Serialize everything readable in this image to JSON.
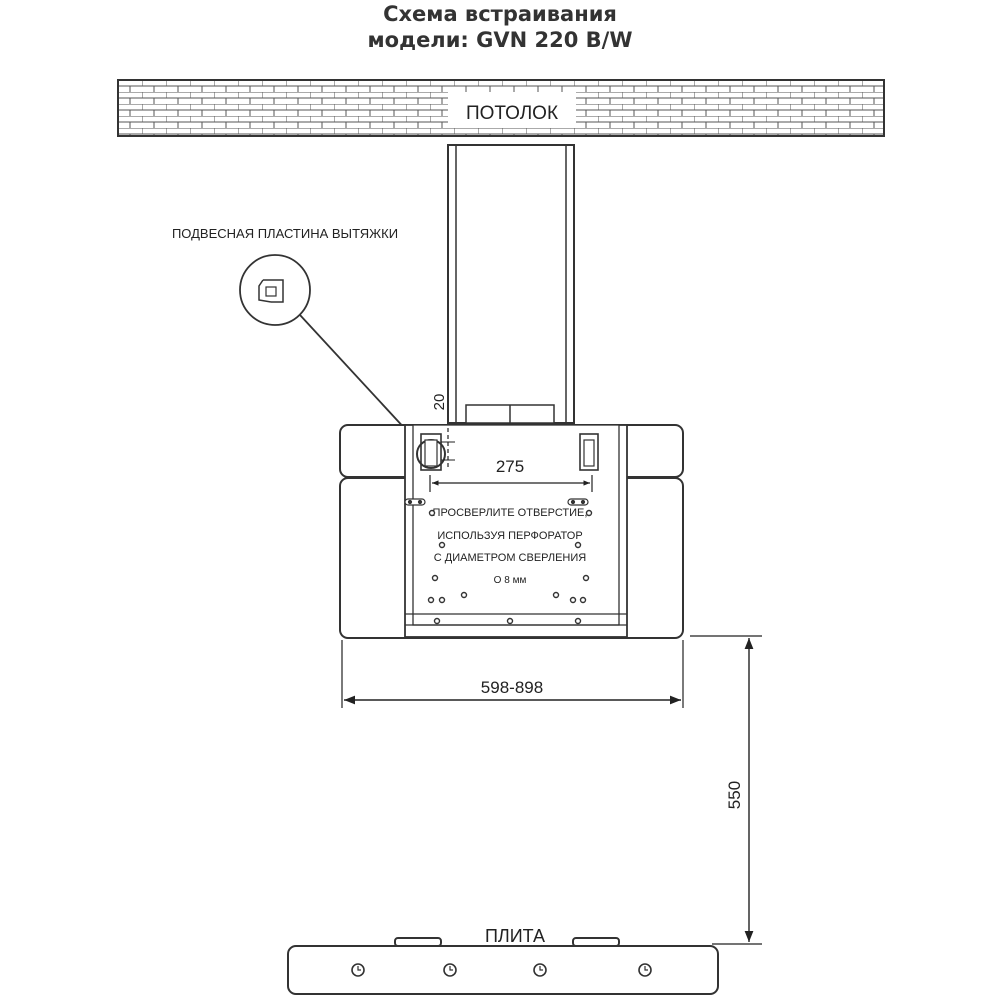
{
  "title": {
    "line1": "Схема встраивания",
    "line2": "модели: GVN 220 B/W"
  },
  "labels": {
    "ceiling": "ПОТОЛОК",
    "plate": "ПОДВЕСНАЯ ПЛАСТИНА ВЫТЯЖКИ",
    "stove": "ПЛИТА"
  },
  "dimensions": {
    "gap": "20",
    "hole_spacing": "275",
    "width": "598-898",
    "height": "550"
  },
  "instruction": {
    "line1": "ПРОСВЕРЛИТЕ ОТВЕРСТИЕ,",
    "line2": "ИСПОЛЬЗУЯ ПЕРФОРАТОР",
    "line3": "С ДИАМЕТРОМ СВЕРЛЕНИЯ",
    "line4": "О 8 мм"
  },
  "colors": {
    "line": "#222222",
    "panel_fill": "#ffffff",
    "text": "#222222"
  }
}
